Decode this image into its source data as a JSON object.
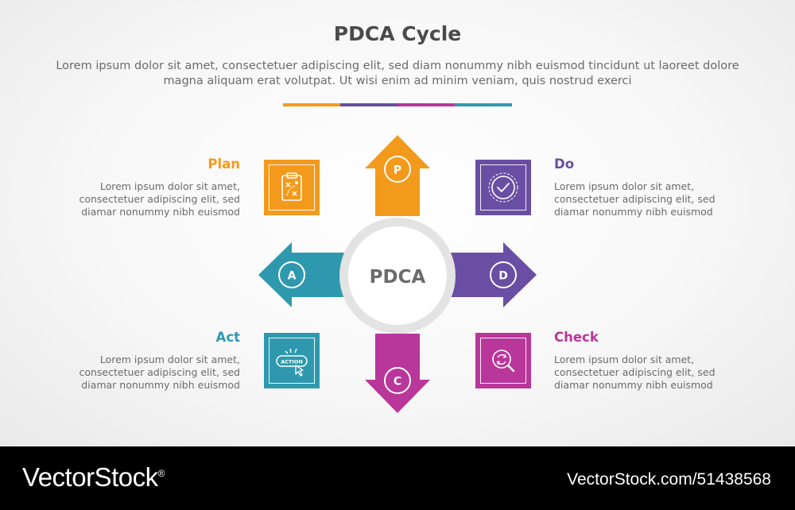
{
  "title": "PDCA Cycle",
  "subtitle": "Lorem ipsum dolor sit amet, consectetuer adipiscing elit, sed diam nonummy nibh euismod tincidunt ut laoreet dolore magna aliquam erat volutpat. Ut wisi enim ad minim veniam, quis nostrud exerci",
  "center_label": "PDCA",
  "colors": {
    "plan": "#f39a1c",
    "do": "#6a4ea3",
    "check": "#b9369a",
    "act": "#2e99ae",
    "ring": "#e3e3e3",
    "text": "#6b6b6b",
    "title": "#4a4a4a"
  },
  "stages": {
    "plan": {
      "letter": "P",
      "heading": "Plan",
      "desc": "Lorem ipsum dolor sit amet, consectetuer adipiscing elit, sed diamar nonummy nibh euismod",
      "icon": "clipboard-strategy-icon"
    },
    "do": {
      "letter": "D",
      "heading": "Do",
      "desc": "Lorem ipsum dolor sit amet, consectetuer adipiscing elit, sed diamar nonummy nibh euismod",
      "icon": "check-circle-icon"
    },
    "check": {
      "letter": "C",
      "heading": "Check",
      "desc": "Lorem ipsum dolor sit amet, consectetuer adipiscing elit, sed diamar nonummy nibh euismod",
      "icon": "magnifier-refresh-icon"
    },
    "act": {
      "letter": "A",
      "heading": "Act",
      "desc": "Lorem ipsum dolor sit amet, consectetuer adipiscing elit, sed diamar nonummy nibh euismod",
      "icon": "action-button-icon",
      "icon_text": "ACTION"
    }
  },
  "footer": {
    "brand": "VectorStock",
    "brand_mark": "®",
    "image_ref": "VectorStock.com/51438568"
  }
}
